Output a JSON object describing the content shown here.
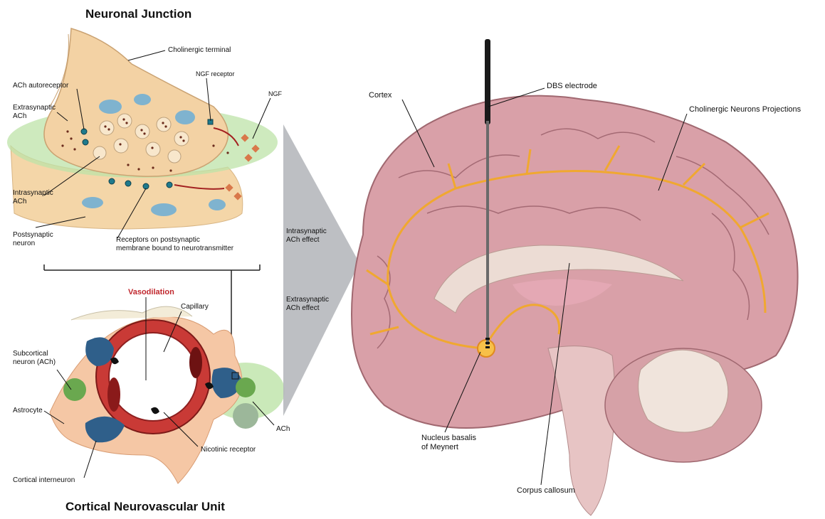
{
  "titles": {
    "neuronal_junction": "Neuronal Junction",
    "neurovascular_unit": "Cortical Neurovascular Unit"
  },
  "junction_labels": {
    "cholinergic_terminal": "Cholinergic terminal",
    "ngf_receptor": "NGF receptor",
    "ngf": "NGF",
    "ach_autoreceptor": "ACh autoreceptor",
    "extrasynaptic_ach": [
      "Extrasynaptic",
      "ACh"
    ],
    "intrasynaptic_ach": [
      "Intrasynaptic",
      "ACh"
    ],
    "postsynaptic_neuron": [
      "Postsynaptic",
      "neuron"
    ],
    "receptors_postsynaptic": [
      "Receptors on postsynaptic",
      "membrane bound to neurotransmitter"
    ]
  },
  "effects": {
    "intrasynaptic": [
      "Intrasynaptic",
      "ACh effect"
    ],
    "extrasynaptic": [
      "Extrasynaptic",
      "ACh effect"
    ]
  },
  "nvu_labels": {
    "vasodilation": "Vasodilation",
    "capillary": "Capillary",
    "subcortical_neuron": [
      "Subcortical",
      "neuron (ACh)"
    ],
    "astrocyte": "Astrocyte",
    "nicotinic_receptor": "Nicotinic receptor",
    "ach": "ACh",
    "cortical_interneuron": "Cortical interneuron"
  },
  "brain_labels": {
    "dbs_electrode": "DBS electrode",
    "cortex": "Cortex",
    "cholinergic_projections": "Cholinergic Neurons Projections",
    "nucleus_basalis": [
      "Nucleus basalis",
      "of Meynert"
    ],
    "corpus_callosum": "Corpus callosum"
  },
  "colors": {
    "brain": "#d9a0a8",
    "brain_dark": "#b77680",
    "projection": "#f0a830",
    "terminal": "#f3d2a4",
    "capillary": "#c93a36",
    "ach_glow": "#bde3a8",
    "mitochondria": "#7fb3cf"
  }
}
